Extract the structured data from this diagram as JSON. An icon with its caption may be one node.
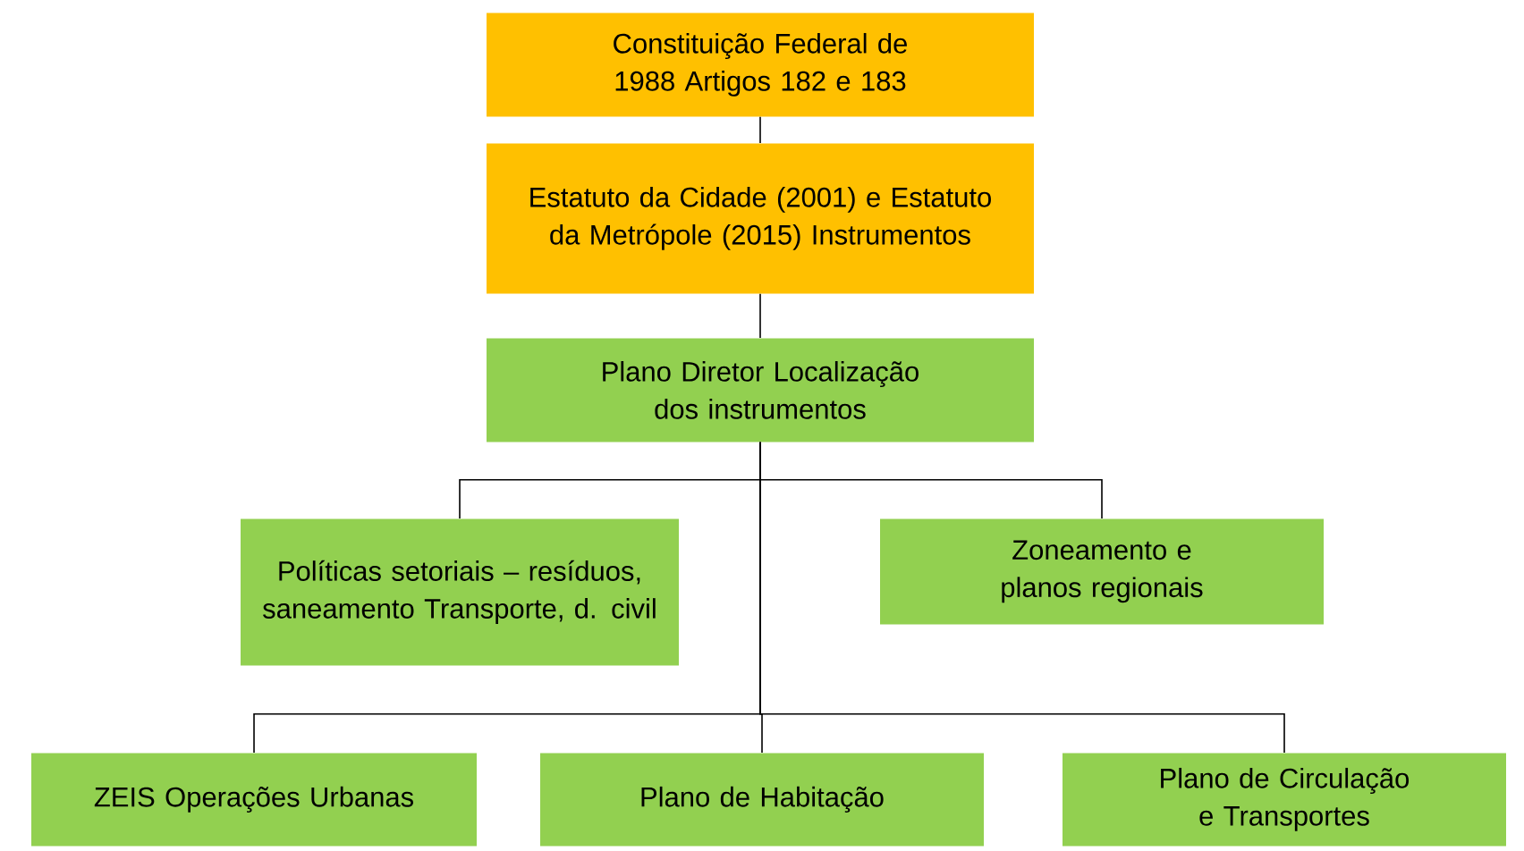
{
  "diagram": {
    "nodes": [
      {
        "text": [
          "Constituição Federal de 1988 Artigos 182 e 183"
        ]
      },
      {
        "text": [
          "Estatuto da Cidade (2001) e Estatuto da Metrópole (2015) Instrumentos"
        ]
      },
      {
        "text": [
          "Plano Diretor Localização dos instrumentos"
        ]
      },
      {
        "text": [
          "Políticas setoriais – resíduos, saneamento Transporte, d. civil"
        ]
      },
      {
        "text": [
          "Zoneamento e planos regionais"
        ]
      },
      {
        "text": [
          "ZEIS Operações Urbanas"
        ]
      },
      {
        "text": [
          "Plano de Habitação"
        ]
      },
      {
        "text": [
          "Plano de Circulação e Transportes"
        ]
      }
    ],
    "edges": [
      {
        "from": 0,
        "to": 1,
        "arrow": "none"
      },
      {
        "from": 1,
        "to": 2,
        "arrow": "none"
      },
      {
        "from": 2,
        "to": 3,
        "arrow": "none"
      },
      {
        "from": 2,
        "to": 4,
        "arrow": "none"
      },
      {
        "from": 2,
        "to": 5,
        "arrow": "none"
      },
      {
        "from": 2,
        "to": 6,
        "arrow": "none"
      },
      {
        "from": 2,
        "to": 7,
        "arrow": "none"
      }
    ]
  }
}
